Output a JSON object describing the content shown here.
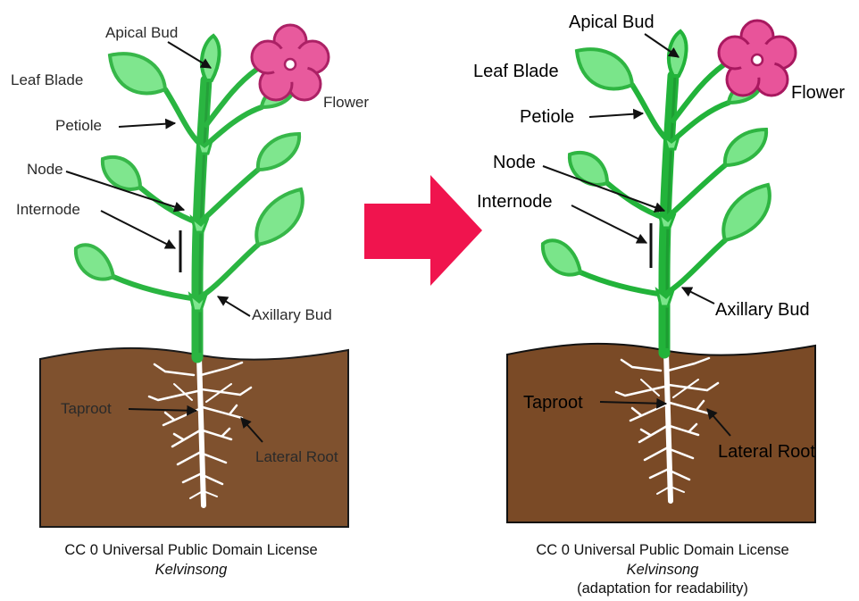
{
  "left_panel": {
    "labels": {
      "apical_bud": "Apical Bud",
      "leaf_blade": "Leaf Blade",
      "petiole": "Petiole",
      "node": "Node",
      "internode": "Internode",
      "flower": "Flower",
      "axillary_bud": "Axillary Bud",
      "taproot": "Taproot",
      "lateral_root": "Lateral Root"
    },
    "credit": {
      "license": "CC 0 Universal Public Domain License",
      "author": "Kelvinsong"
    }
  },
  "right_panel": {
    "labels": {
      "apical_bud": "Apical Bud",
      "leaf_blade": "Leaf Blade",
      "petiole": "Petiole",
      "node": "Node",
      "internode": "Internode",
      "flower": "Flower",
      "axillary_bud": "Axillary Bud",
      "taproot": "Taproot",
      "lateral_root": "Lateral Root"
    },
    "credit": {
      "license": "CC 0 Universal Public Domain License",
      "author": "Kelvinsong",
      "note": "(adaptation for readability)"
    }
  },
  "colors": {
    "soil": "#7a4a26",
    "soil_edge": "#111111",
    "stem": "#22b33a",
    "stem_dark": "#1a8a2c",
    "leaf_fill": "#7ae58a",
    "leaf_edge": "#2fb542",
    "flower_fill": "#e8549a",
    "flower_edge": "#a8185f",
    "flower_center": "#ffffff",
    "root": "#ffffff",
    "arrow_transform": "#f0144e",
    "pointer": "#111111"
  }
}
